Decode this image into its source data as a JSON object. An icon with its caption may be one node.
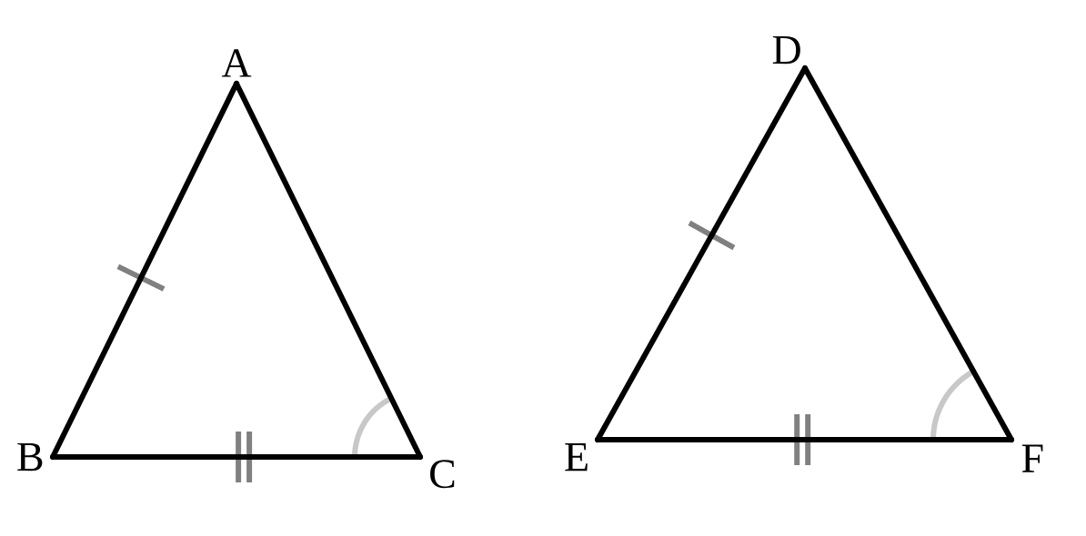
{
  "diagram": {
    "nodes": [
      {
        "text": [
          "A"
        ]
      },
      {
        "text": [
          "B"
        ]
      },
      {
        "text": [
          "C"
        ]
      },
      {
        "text": [
          "D"
        ]
      },
      {
        "text": [
          "E"
        ]
      },
      {
        "text": [
          "F"
        ]
      }
    ],
    "edges": [
      {
        "from": 0,
        "to": 1,
        "arrow": "none"
      },
      {
        "from": 1,
        "to": 2,
        "arrow": "none"
      },
      {
        "from": 2,
        "to": 0,
        "arrow": "none"
      },
      {
        "from": 3,
        "to": 4,
        "arrow": "none"
      },
      {
        "from": 4,
        "to": 5,
        "arrow": "none"
      },
      {
        "from": 5,
        "to": 3,
        "arrow": "none"
      }
    ]
  }
}
